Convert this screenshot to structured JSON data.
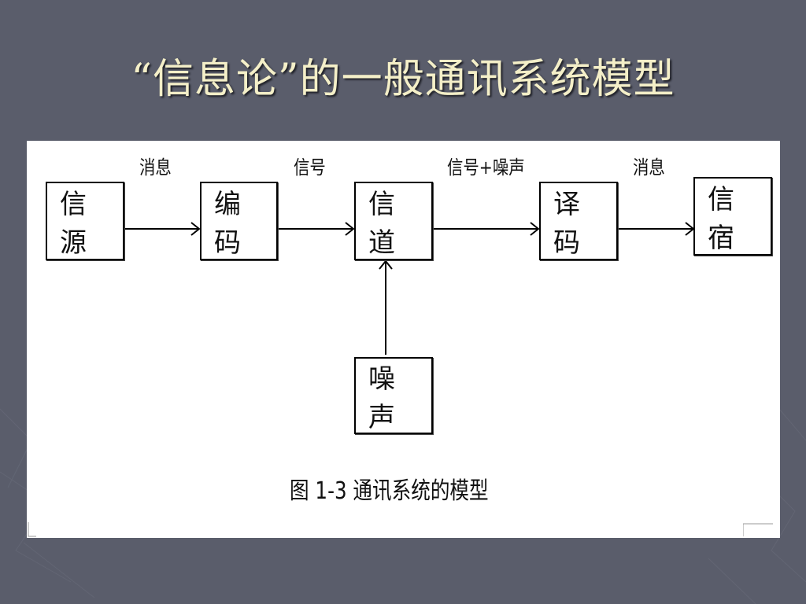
{
  "title": "“信息论”的一般通讯系统模型",
  "diagram": {
    "nodes": {
      "source": "信 源",
      "encoder": "编 码",
      "channel": "信 道",
      "decoder": "译 码",
      "sink": "信 宿",
      "noise": "噪 声"
    },
    "edges": {
      "source_to_encoder": "消息",
      "encoder_to_channel": "信号",
      "channel_to_decoder": "信号+噪声",
      "decoder_to_sink": "消息"
    },
    "caption": "图 1-3  通讯系统的模型"
  },
  "colors": {
    "background": "#5a5d6b",
    "title": "#f4efc8",
    "panel": "#ffffff",
    "line": "#000000"
  }
}
